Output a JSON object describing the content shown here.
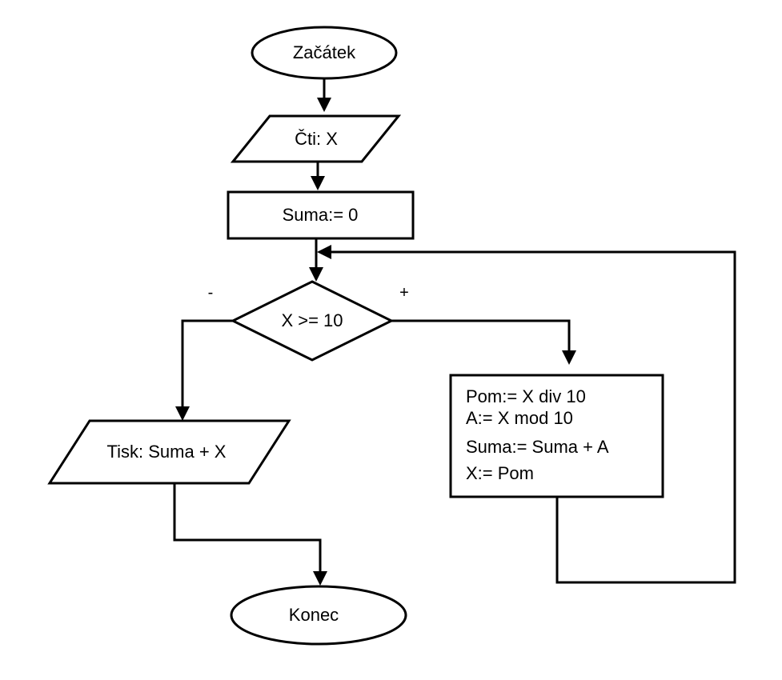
{
  "flowchart": {
    "start": "Začátek",
    "input": "Čti: X",
    "init": "Suma:= 0",
    "decision": "X >= 10",
    "branch_no": "-",
    "branch_yes": "+",
    "output": "Tisk: Suma + X",
    "process_lines": [
      "Pom:= X div 10",
      "A:= X mod 10",
      "Suma:= Suma + A",
      "X:= Pom"
    ],
    "end": "Konec"
  }
}
